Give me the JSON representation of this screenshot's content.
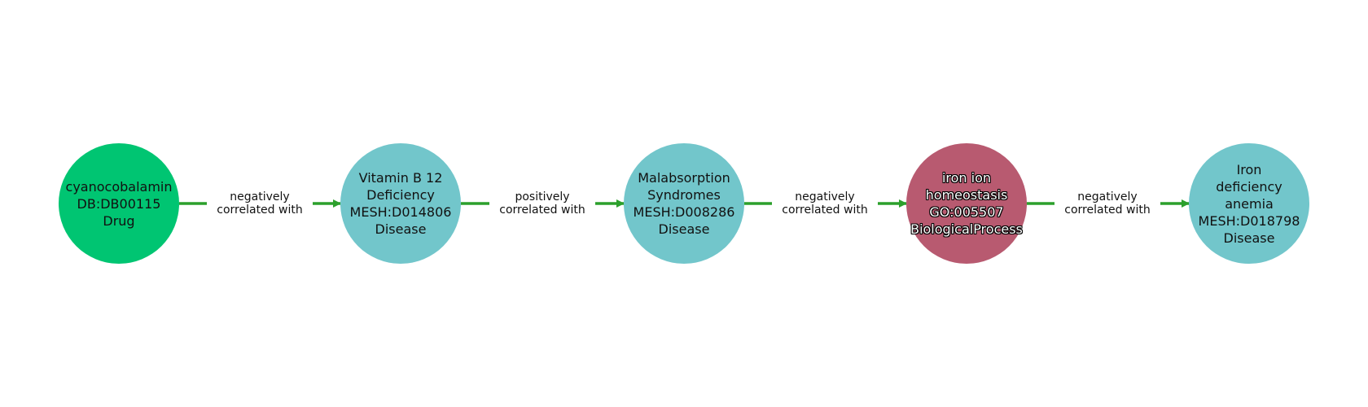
{
  "diagram": {
    "edge_color": "#2ca02c",
    "nodes": [
      {
        "id": "n1",
        "lines": [
          "cyanocobalamin",
          "DB:DB00115",
          "Drug"
        ],
        "type": "Drug",
        "color": "#00c572"
      },
      {
        "id": "n2",
        "lines": [
          "Vitamin B 12",
          "Deficiency",
          "MESH:D014806",
          "Disease"
        ],
        "type": "Disease",
        "color": "#72c6cb"
      },
      {
        "id": "n3",
        "lines": [
          "Malabsorption",
          "Syndromes",
          "MESH:D008286",
          "Disease"
        ],
        "type": "Disease",
        "color": "#72c6cb"
      },
      {
        "id": "n4",
        "lines": [
          "iron ion",
          "homeostasis",
          "GO:005507",
          "BiologicalProcess"
        ],
        "type": "BiologicalProcess",
        "color": "#b85a70"
      },
      {
        "id": "n5",
        "lines": [
          "Iron",
          "deficiency",
          "anemia",
          "MESH:D018798",
          "Disease"
        ],
        "type": "Disease",
        "color": "#72c6cb"
      }
    ],
    "edges": [
      {
        "from": "n1",
        "to": "n2",
        "label_lines": [
          "negatively",
          "correlated with"
        ]
      },
      {
        "from": "n2",
        "to": "n3",
        "label_lines": [
          "positively",
          "correlated with"
        ]
      },
      {
        "from": "n3",
        "to": "n4",
        "label_lines": [
          "negatively",
          "correlated with"
        ]
      },
      {
        "from": "n4",
        "to": "n5",
        "label_lines": [
          "negatively",
          "correlated with"
        ]
      }
    ]
  }
}
